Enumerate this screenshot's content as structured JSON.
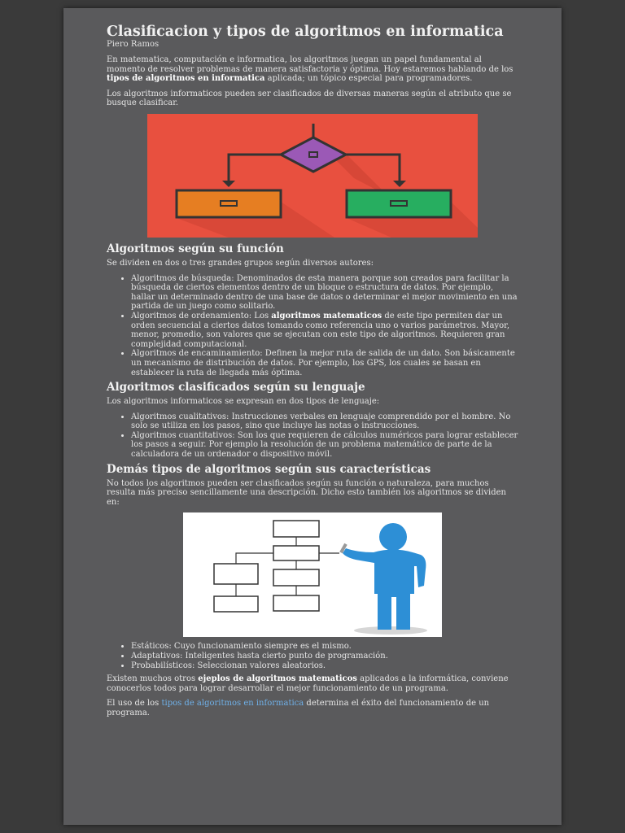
{
  "article": {
    "title": "Clasificacion y tipos de algoritmos en informatica",
    "author": "Piero Ramos",
    "intro": {
      "part1": "En matematica, computación e informatica, los algoritmos juegan un papel fundamental al momento de resolver problemas de manera satisfactoria y óptima. Hoy estaremos hablando de los ",
      "bold": "tipos de algoritmos en informatica",
      "part2": " aplicada; un tópico especial para programadores."
    },
    "intro2": "Los algoritmos informaticos pueden ser clasificados de diversas maneras según el atributo que se busque clasificar.",
    "section1": {
      "heading": "Algoritmos según su función",
      "lead": "Se dividen en dos o tres grandes grupos según diversos autores:",
      "item1": "Algoritmos de búsqueda: Denominados de esta manera porque son creados para facilitar la búsqueda de ciertos elementos dentro de un bloque o estructura de datos. Por ejemplo, hallar un determinado dentro de una base de datos o determinar el mejor movimiento en una partida de un juego como solitario.",
      "item2_part1": "Algoritmos de ordenamiento: Los ",
      "item2_bold": "algoritmos matematicos",
      "item2_part2": " de este tipo permiten dar un orden secuencial a ciertos datos tomando como referencia uno o varios parámetros. Mayor, menor, promedio, son valores que se ejecutan con este tipo de algoritmos. Requieren gran complejidad computacional.",
      "item3": "Algoritmos de encaminamiento: Definen la mejor ruta de salida de un dato. Son básicamente un mecanismo de distribución de datos. Por ejemplo, los GPS, los cuales se basan en establecer la ruta de llegada más óptima."
    },
    "section2": {
      "heading": "Algoritmos clasificados según su lenguaje",
      "lead": "Los algoritmos informaticos se expresan en dos tipos de lenguaje:",
      "item1": "Algoritmos cualitativos: Instrucciones verbales en lenguaje comprendido por el hombre. No solo se utiliza en los pasos, sino que incluye las notas o instrucciones.",
      "item2": "Algoritmos cuantitativos: Son los que requieren de cálculos numéricos para lograr establecer los pasos a seguir. Por ejemplo la resolución de un problema matemático de parte de la calculadora de un ordenador o dispositivo móvil."
    },
    "section3": {
      "heading": "Demás tipos de algoritmos según sus características",
      "lead": "No todos los algoritmos pueden ser clasificados según su función o naturaleza, para muchos resulta más preciso sencillamente una descripción. Dicho esto también los algoritmos se dividen en:",
      "item1": "Estáticos: Cuyo funcionamiento siempre es el mismo.",
      "item2": "Adaptativos: Inteligentes hasta cierto punto de programación.",
      "item3": "Probabilísticos: Seleccionan valores aleatorios."
    },
    "outro": {
      "part1": "Existen muchos otros ",
      "bold": "ejeplos de algoritmos matematicos",
      "part2": " aplicados a la informática, conviene conocerlos todos para lograr desarrollar el mejor funcionamiento de un programa."
    },
    "final": {
      "part1": "El uso de los ",
      "link": "tipos de algoritmos en informatica",
      "part2": " determina el éxito del funcionamiento de un programa."
    }
  },
  "colors": {
    "figure1_background": "#e8503f",
    "diamond": "#9b59b6",
    "box_orange": "#e67e22",
    "box_green": "#27ae60",
    "person_blue": "#2d8fd6",
    "link": "#6fb0e8"
  },
  "icons": [
    "flowchart-diagram-icon",
    "person-flowchart-illustration"
  ]
}
